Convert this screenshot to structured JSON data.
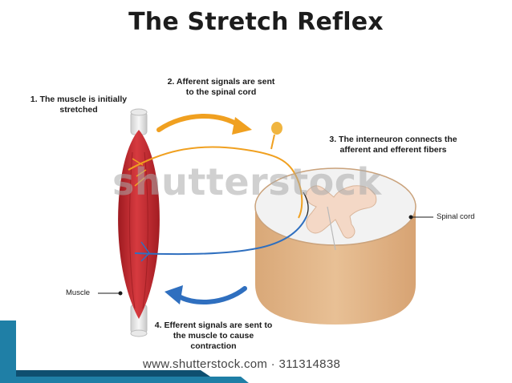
{
  "title": "The Stretch Reflex",
  "steps": {
    "step1": "1. The muscle is initially stretched",
    "step2": "2. Afferent signals are sent to the spinal cord",
    "step3": "3. The interneuron connects the afferent and efferent fibers",
    "step4": "4. Efferent signals are sent to the muscle to cause contraction"
  },
  "labels": {
    "muscle": "Muscle",
    "spinal_cord": "Spinal cord"
  },
  "watermark": "shutterstock",
  "stock_id": "www.shutterstock.com · 311314838",
  "colors": {
    "muscle": "#c8252b",
    "afferent": "#f0a020",
    "efferent": "#2f6fbf",
    "spinal_cord": "#e2b98c",
    "grey_matter": "#f4d8c6"
  }
}
